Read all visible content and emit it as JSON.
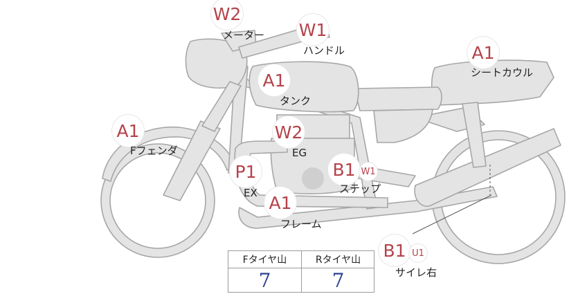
{
  "diagram": {
    "parts": [
      {
        "id": "meter",
        "grade": "W2",
        "label": "メーター"
      },
      {
        "id": "handle",
        "grade": "W1",
        "label": "ハンドル"
      },
      {
        "id": "seat-cowl",
        "grade": "A1",
        "label": "シートカウル"
      },
      {
        "id": "tank",
        "grade": "A1",
        "label": "タンク"
      },
      {
        "id": "front-fender",
        "grade": "A1",
        "label": "Fフェンダ"
      },
      {
        "id": "engine",
        "grade": "W2",
        "label": "EG"
      },
      {
        "id": "exhaust",
        "grade": "P1",
        "label": "EX"
      },
      {
        "id": "step",
        "grade": "B1",
        "sub_grade": "W1",
        "label": "ステップ"
      },
      {
        "id": "frame",
        "grade": "A1",
        "label": "フレーム"
      },
      {
        "id": "muffler-right",
        "grade": "B1",
        "sub_grade": "U1",
        "label": "サイレ右"
      }
    ]
  },
  "tread_table": {
    "front_header": "Fタイヤ山",
    "rear_header": "Rタイヤ山",
    "front_value": "7",
    "rear_value": "7"
  },
  "colors": {
    "body_fill": "#e4e4e4",
    "body_stroke": "#a6a6a6",
    "grade_text": "#b5424a",
    "value_text": "#2b3f8f"
  }
}
